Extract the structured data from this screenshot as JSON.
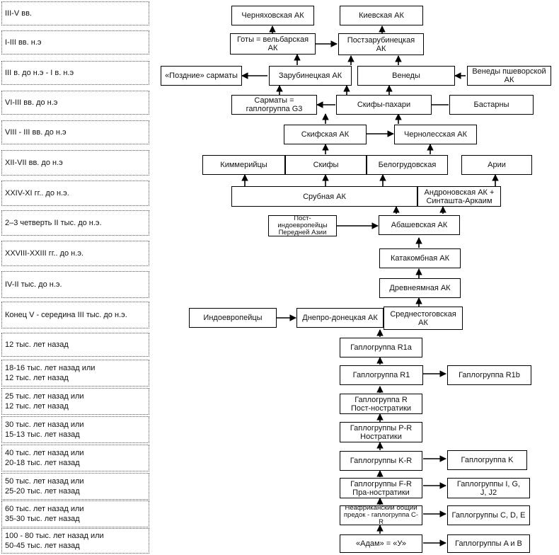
{
  "periods": [
    "III-V вв.",
    "I-III вв. н.э",
    "III в. до н.э - I в. н.э",
    "VI-III вв. до н.э",
    "VIII - III вв. до н.э",
    "XII-VII вв. до н.э",
    "XXIV-XI гг.. до н.э.",
    "2–3 четверть II тыс. до н.э.",
    "XXVIII-XXIII гг.. до н.э.",
    "IV-II тыс. до н.э.",
    "Конец V - середина III тыс. до н.э.",
    "12 тыс. лет назад",
    "18-16 тыс. лет назад или\n12 тыс. лет назад",
    "25 тыс. лет назад или\n12 тыс. лет назад",
    "30 тыс. лет назад или\n15-13 тыс. лет назад",
    "40 тыс. лет назад или\n20-18 тыс. лет назад",
    "50 тыс. лет назад или\n25-20 тыс. лет назад",
    "60 тыс. лет назад или\n35-30 тыс. лет назад",
    "100 - 80 тыс. лет назад или\n50-45 тыс. лет назад"
  ],
  "nodes": {
    "cherniakhov": "Черняховская АК",
    "kiev": "Киевская АК",
    "goths": "Готы = вельбарская\nАК",
    "postzarub": "Постзарубинецкая\nАК",
    "late_sarmatians": "«Поздние» сарматы",
    "zarub": "Зарубинецкая АК",
    "venedi": "Венеды",
    "venedi_przeworsk": "Венеды пшеворской\nАК",
    "sarmatians": "Сарматы =\nгаплогруппа G3",
    "scyth_plough": "Скифы-пахари",
    "bastarnae": "Бастарны",
    "scyth_ak": "Скифская АК",
    "chernoles": "Чернолесская АК",
    "cimmerians": "Киммерийцы",
    "scythians": "Скифы",
    "belogrud": "Белогрудовская",
    "aryans": "Арии",
    "srubnaya": "Срубная АК",
    "andronovo": "Андроновская АК +\nСинташта-Аркаим",
    "post_ie": "Пост-индоевропейцы\nПередней Азии",
    "abashevo": "Абашевская АК",
    "catacomb": "Катакомбная АК",
    "pit_grave": "Древнеямная АК",
    "indoeuropeans": "Индоевропейцы",
    "dnieper_donets": "Днепро-донецкая АК",
    "sredny_stog": "Среднестоговская\nАК",
    "r1a": "Гаплогруппа R1a",
    "r1": "Гаплогруппа R1",
    "r1b": "Гаплогруппа R1b",
    "r": "Гаплогруппа R\nПост-ностратики",
    "pr": "Гаплогруппы P-R\nНостратики",
    "kr": "Гаплогруппы K-R",
    "k": "Гаплогруппа K",
    "fr": "Гаплогруппы F-R\nПра-ностратики",
    "ij": "Гаплогруппы I, G,\nJ, J2",
    "non_african": "Неафриканский общий\nпредок - гаплогруппа C-R",
    "cde": "Гаплогруппы C, D, E",
    "adam": "«Адам» = «У»",
    "ab": "Гаплогруппы A и B"
  }
}
